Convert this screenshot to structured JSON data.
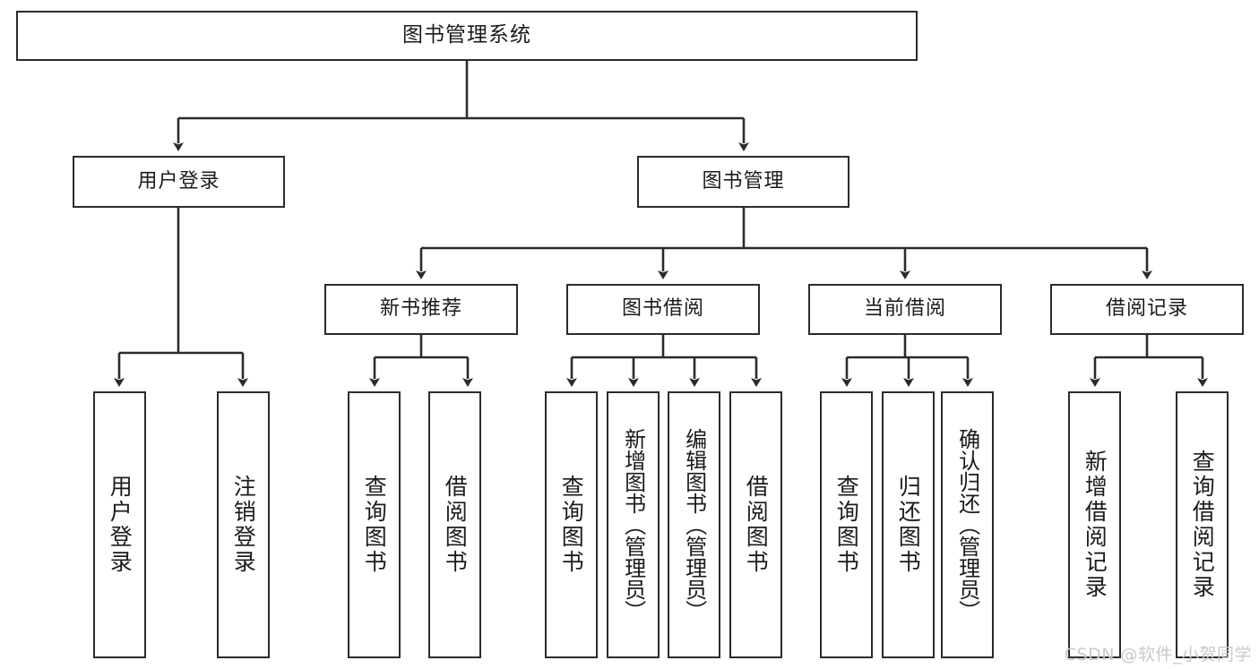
{
  "diagram": {
    "title": "图书管理系统",
    "type": "tree-hierarchy",
    "style": {
      "box_fill": "#ffffff",
      "box_stroke": "#2b2b2b",
      "text_color": "#1b1b1b",
      "background": "#ffffff",
      "watermark_color": "#c9c9c9"
    },
    "root": {
      "id": "root",
      "label": "图书管理系统"
    },
    "level2": [
      {
        "id": "user-login",
        "label": "用户登录"
      },
      {
        "id": "book-manage",
        "label": "图书管理"
      }
    ],
    "level3": [
      {
        "id": "new-book-rec",
        "label": "新书推荐",
        "parent": "book-manage"
      },
      {
        "id": "book-borrow",
        "label": "图书借阅",
        "parent": "book-manage"
      },
      {
        "id": "current-borrow",
        "label": "当前借阅",
        "parent": "book-manage"
      },
      {
        "id": "borrow-record",
        "label": "借阅记录",
        "parent": "book-manage"
      }
    ],
    "leaves": [
      {
        "id": "leaf-user-login",
        "label": "用户登录",
        "parent": "user-login"
      },
      {
        "id": "leaf-logout",
        "label": "注销登录",
        "parent": "user-login"
      },
      {
        "id": "leaf-query-book-1",
        "label": "查询图书",
        "parent": "new-book-rec"
      },
      {
        "id": "leaf-borrow-book-1",
        "label": "借阅图书",
        "parent": "new-book-rec"
      },
      {
        "id": "leaf-query-book-2",
        "label": "查询图书",
        "parent": "book-borrow"
      },
      {
        "id": "leaf-add-book",
        "label": "新增图书（管理员）",
        "parent": "book-borrow"
      },
      {
        "id": "leaf-edit-book",
        "label": "编辑图书（管理员）",
        "parent": "book-borrow"
      },
      {
        "id": "leaf-borrow-book-2",
        "label": "借阅图书",
        "parent": "book-borrow"
      },
      {
        "id": "leaf-query-book-3",
        "label": "查询图书",
        "parent": "current-borrow"
      },
      {
        "id": "leaf-return-book",
        "label": "归还图书",
        "parent": "current-borrow"
      },
      {
        "id": "leaf-confirm-return",
        "label": "确认归还（管理员）",
        "parent": "current-borrow"
      },
      {
        "id": "leaf-add-record",
        "label": "新增借阅记录",
        "parent": "borrow-record"
      },
      {
        "id": "leaf-query-record",
        "label": "查询借阅记录",
        "parent": "borrow-record"
      }
    ]
  },
  "watermark": {
    "text": "CSDN @软件_小贺同学"
  }
}
